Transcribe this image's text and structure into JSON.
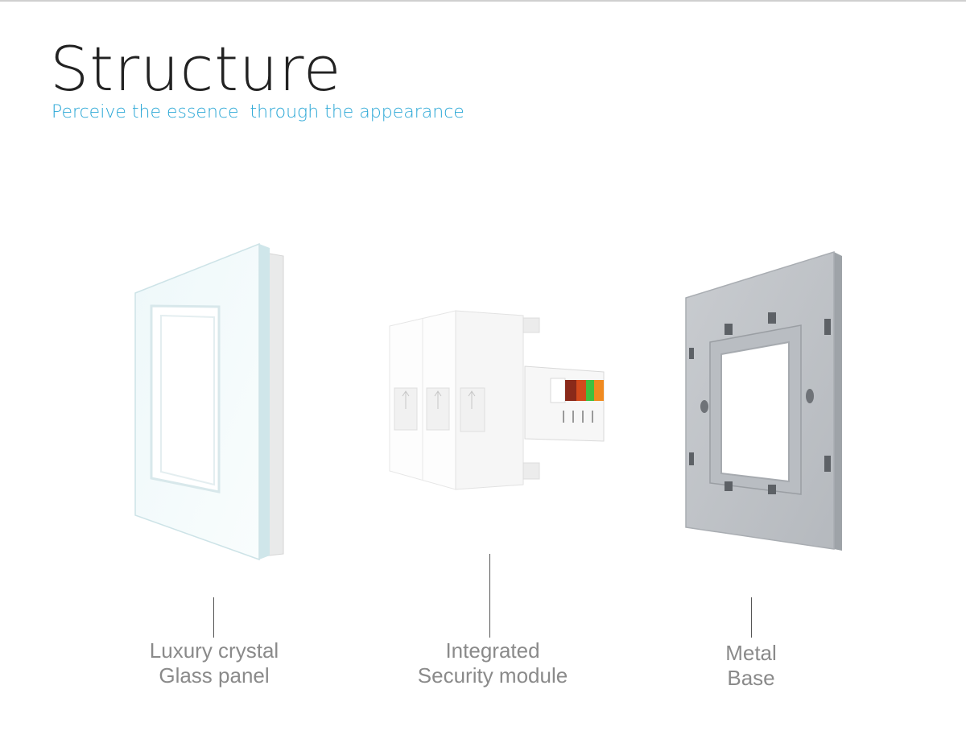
{
  "header": {
    "title": "Structure",
    "subtitle": "Perceive the essence  through the appearance"
  },
  "components": [
    {
      "line1": "Luxury crystal",
      "line2": "Glass panel"
    },
    {
      "line1": "Integrated",
      "line2": "Security module"
    },
    {
      "line1": "Metal",
      "line2": "Base"
    }
  ],
  "colors": {
    "accent": "#2aa7d6",
    "caption": "#8a8a8a",
    "title": "#222222"
  }
}
